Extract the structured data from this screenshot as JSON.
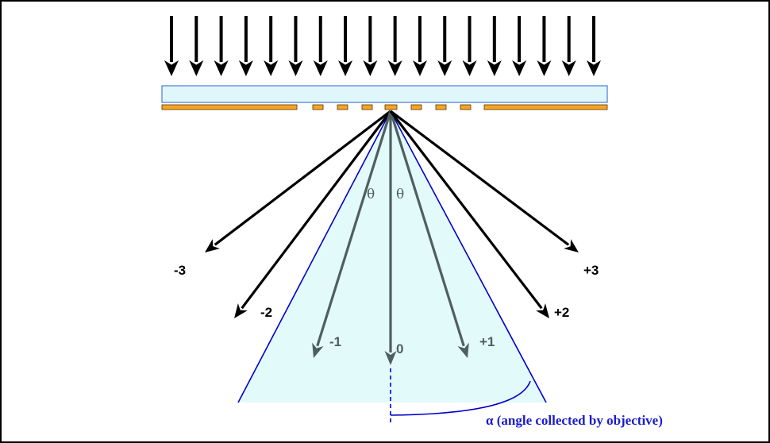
{
  "colors": {
    "black": "#000000",
    "grey": "#4f5f5f",
    "blue": "#0000cc",
    "alpha_text": "#1a1acc",
    "cone_fill": "#e3fafa",
    "slide_fill": "#dff7fb",
    "slide_border": "#2a5fd0",
    "slit_fill": "#f5a521",
    "slit_border": "#5a3300"
  },
  "icons": {
    "incident": "down-arrow-icon",
    "diffracted": "arrow-icon"
  },
  "illumination": {
    "arrow_count": 18
  },
  "orders": [
    {
      "label": "-3",
      "color": "black"
    },
    {
      "label": "-2",
      "color": "black"
    },
    {
      "label": "-1",
      "color": "grey"
    },
    {
      "label": "0",
      "color": "grey"
    },
    {
      "label": "+1",
      "color": "grey"
    },
    {
      "label": "+2",
      "color": "black"
    },
    {
      "label": "+3",
      "color": "black"
    }
  ],
  "theta_labels": [
    "θ",
    "θ"
  ],
  "alpha_label": "α (angle collected by objective)"
}
